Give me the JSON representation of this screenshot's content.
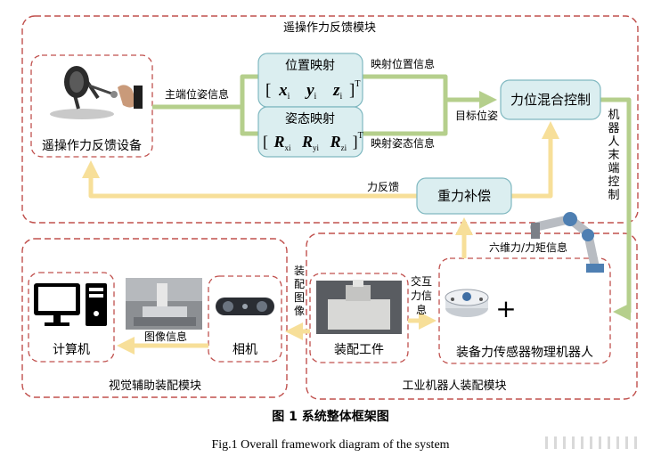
{
  "modules": {
    "teleop": "遥操作力反馈模块",
    "visual": "视觉辅助装配模块",
    "industrial": "工业机器人装配模块"
  },
  "nodes": {
    "teleop_device": "遥操作力反馈设备",
    "position_mapping": "位置映射",
    "attitude_mapping": "姿态映射",
    "hybrid_control": "力位混合控制",
    "gravity_comp": "重力补偿",
    "computer": "计算机",
    "camera": "相机",
    "workpiece": "装配工件",
    "robot": "装备力传感器物理机器人"
  },
  "matrices": {
    "position": {
      "row": [
        {
          "main": "x",
          "sub": "i"
        },
        {
          "main": "y",
          "sub": "i"
        },
        {
          "main": "z",
          "sub": "i"
        }
      ],
      "sup": "T"
    },
    "attitude": {
      "row": [
        {
          "main": "R",
          "sub": "xi"
        },
        {
          "main": "R",
          "sub": "yi"
        },
        {
          "main": "R",
          "sub": "zi"
        }
      ],
      "sup": "T"
    }
  },
  "labels": {
    "master_pose": "主端位姿信息",
    "mapped_position": "映射位置信息",
    "mapped_attitude": "映射姿态信息",
    "target_pose": "目标位姿",
    "force_feedback": "力反馈",
    "robot_end_control": "机器人末端控制",
    "six_axis_force": "六维力/力矩信息",
    "interaction_force": "交互力信息",
    "assembly_image": "装配图像",
    "image_info": "图像信息",
    "plus_sign": "+"
  },
  "caption": {
    "zh": "图 1  系统整体框架图",
    "en": "Fig.1  Overall framework diagram of the system"
  },
  "colors": {
    "dashed_border": "#c0504d",
    "node_fill": "#dbeef0",
    "node_stroke": "#7fb8c0",
    "green_arrow": "#b5cf8c",
    "yellow_arrow": "#f7df99"
  }
}
